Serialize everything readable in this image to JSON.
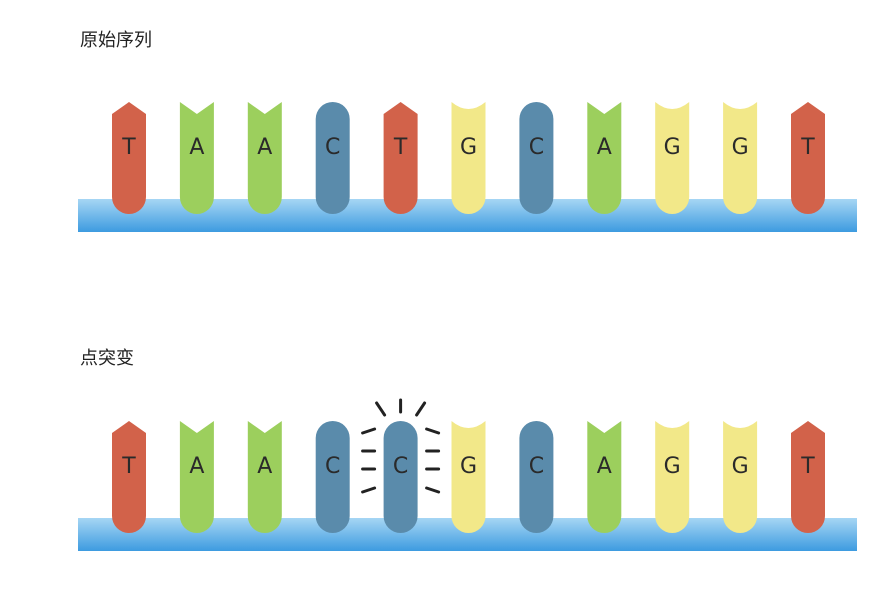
{
  "panels": [
    {
      "title": "原始序列",
      "bases": [
        "T",
        "A",
        "A",
        "C",
        "T",
        "G",
        "C",
        "A",
        "G",
        "G",
        "T"
      ],
      "mutated_index": null
    },
    {
      "title": "点突变",
      "bases": [
        "T",
        "A",
        "A",
        "C",
        "C",
        "G",
        "C",
        "A",
        "G",
        "G",
        "T"
      ],
      "mutated_index": 4
    }
  ],
  "base_colors": {
    "T": "#d2624a",
    "A": "#9ccf5d",
    "C": "#5a8bab",
    "G": "#f2e889"
  },
  "backbone_color_top": "#a6d6f4",
  "backbone_color_bottom": "#3d9be0"
}
